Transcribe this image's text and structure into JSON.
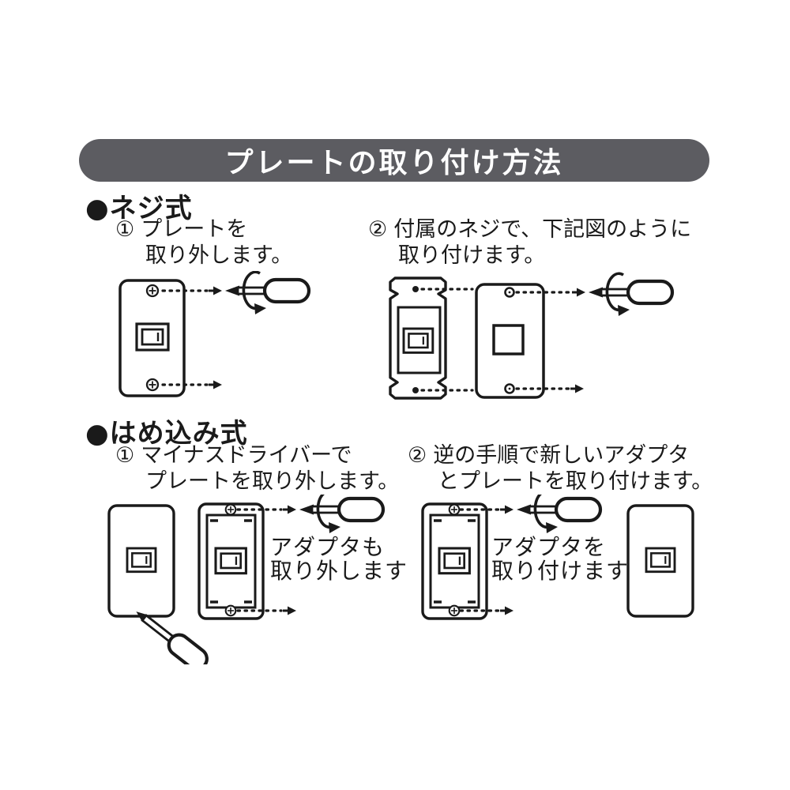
{
  "page": {
    "background": "#ffffff",
    "line_color": "#1a1a1a"
  },
  "header": {
    "title": "プレートの取り付け方法",
    "bg_color": "#5c5c61",
    "text_color": "#ffffff"
  },
  "sections": {
    "screw": {
      "heading": "●ネジ式",
      "step1": {
        "num": "①",
        "line1": "プレートを",
        "line2": "取り外します。"
      },
      "step2": {
        "num": "②",
        "line1": "付属のネジで、下記図のように",
        "line2": "取り付けます。"
      }
    },
    "snap": {
      "heading": "●はめ込み式",
      "step1": {
        "num": "①",
        "line1": "マイナスドライバーで",
        "line2": "プレートを取り外します。"
      },
      "step2": {
        "num": "②",
        "line1": "逆の手順で新しいアダプタ",
        "line2": "とプレートを取り付けます。"
      },
      "note_remove": {
        "line1": "アダプタも",
        "line2": "取り外します"
      },
      "note_attach": {
        "line1": "アダプタを",
        "line2": "取り付けます"
      }
    }
  },
  "icons": {
    "screwdriver": "flathead-screwdriver-with-rotation-arrow",
    "screw_head": "phillips-screw-head",
    "guide_marker": "right-arrow-screw-marker",
    "guide_line": "dotted-guide-line",
    "bullet": "●"
  }
}
